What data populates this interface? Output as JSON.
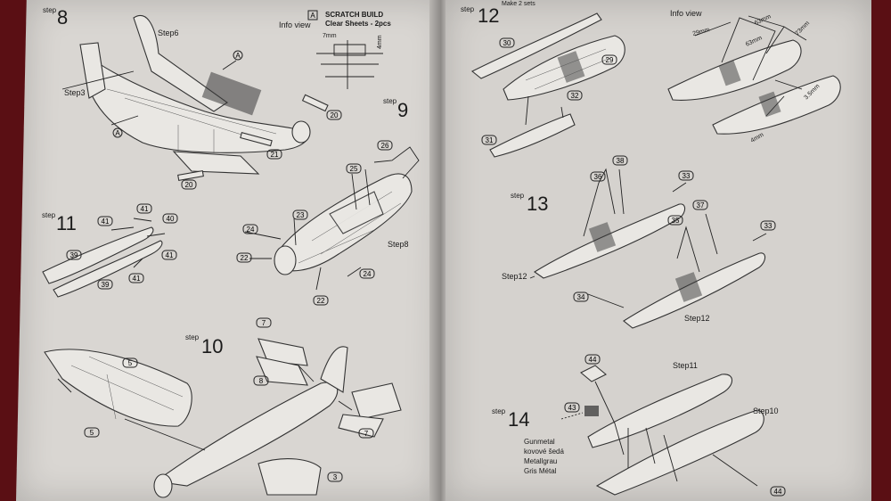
{
  "left": {
    "step8": {
      "word": "step",
      "num": "8"
    },
    "step6_label": "Step6",
    "step3_label": "Step3",
    "info_view": "Info view",
    "scratch_marker": "A",
    "scratch_title": "SCRATCH BUILD",
    "scratch_sub": "Clear Sheets - 2pcs",
    "dim_7mm": "7mm",
    "dim_4mm": "4mm",
    "step9": {
      "word": "step",
      "num": "9"
    },
    "step8_ref": "Step8",
    "step11": {
      "word": "step",
      "num": "11"
    },
    "step10": {
      "word": "step",
      "num": "10"
    },
    "parts": {
      "p20a": "20",
      "p20b": "20",
      "p21": "21",
      "pA1": "A",
      "pA2": "A",
      "p26": "26",
      "p25": "25",
      "p23": "23",
      "p24a": "24",
      "p24b": "24",
      "p22a": "22",
      "p22b": "22",
      "p41a": "41",
      "p41b": "41",
      "p41c": "41",
      "p41d": "41",
      "p40": "40",
      "p39a": "39",
      "p39b": "39",
      "p5a": "5",
      "p5b": "5",
      "p7a": "7",
      "p7b": "7",
      "p8": "8",
      "p3": "3"
    }
  },
  "right": {
    "step12": {
      "word": "step",
      "num": "12"
    },
    "make_sets": "Make 2 sets",
    "info_view": "Info view",
    "dims": {
      "d29": "29mm",
      "d63a": "63mm",
      "d63b": "63mm",
      "d73": "73mm",
      "d35": "3.5mm",
      "d4": "4mm"
    },
    "step13": {
      "word": "step",
      "num": "13"
    },
    "step12_ref_a": "Step12",
    "step12_ref_b": "Step12",
    "step14": {
      "word": "step",
      "num": "14"
    },
    "step11_ref": "Step11",
    "step10_ref": "Step10",
    "color_note": [
      "Gunmetal",
      "kovové šedá",
      "Metallgrau",
      "Gris Métal"
    ],
    "parts": {
      "p30": "30",
      "p29": "29",
      "p32": "32",
      "p31": "31",
      "p36": "36",
      "p38": "38",
      "p33a": "33",
      "p33b": "33",
      "p35": "35",
      "p37": "37",
      "p34": "34",
      "p44a": "44",
      "p43": "43",
      "p44b": "44"
    }
  }
}
